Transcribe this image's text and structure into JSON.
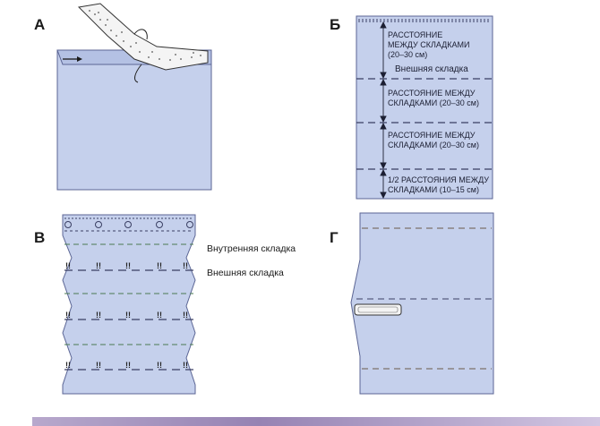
{
  "panels": {
    "a": {
      "letter": "А"
    },
    "b": {
      "letter": "Б",
      "labels": [
        "РАССТОЯНИЕ",
        "МЕЖДУ СКЛАДКАМИ",
        "(20–30 см)",
        "Внешняя складка",
        "РАССТОЯНИЕ МЕЖДУ",
        "СКЛАДКАМИ (20–30 см)",
        "РАССТОЯНИЕ МЕЖДУ",
        "СКЛАДКАМИ (20–30 см)",
        "1/2 РАССТОЯНИЯ МЕЖДУ",
        "СКЛАДКАМИ (10–15 см)"
      ]
    },
    "v": {
      "letter": "В",
      "inner_fold_label": "Внутренняя складка",
      "outer_fold_label": "Внешняя складка"
    },
    "g": {
      "letter": "Г"
    }
  },
  "colors": {
    "fabric": "#c5d0ec",
    "fabric_dark": "#a9b7de",
    "outline": "#5b6594",
    "dash": "#3a3f63",
    "fold_line": "#4a7a52",
    "tape_fill": "#f4f4f4",
    "band": "#a08fbf"
  }
}
